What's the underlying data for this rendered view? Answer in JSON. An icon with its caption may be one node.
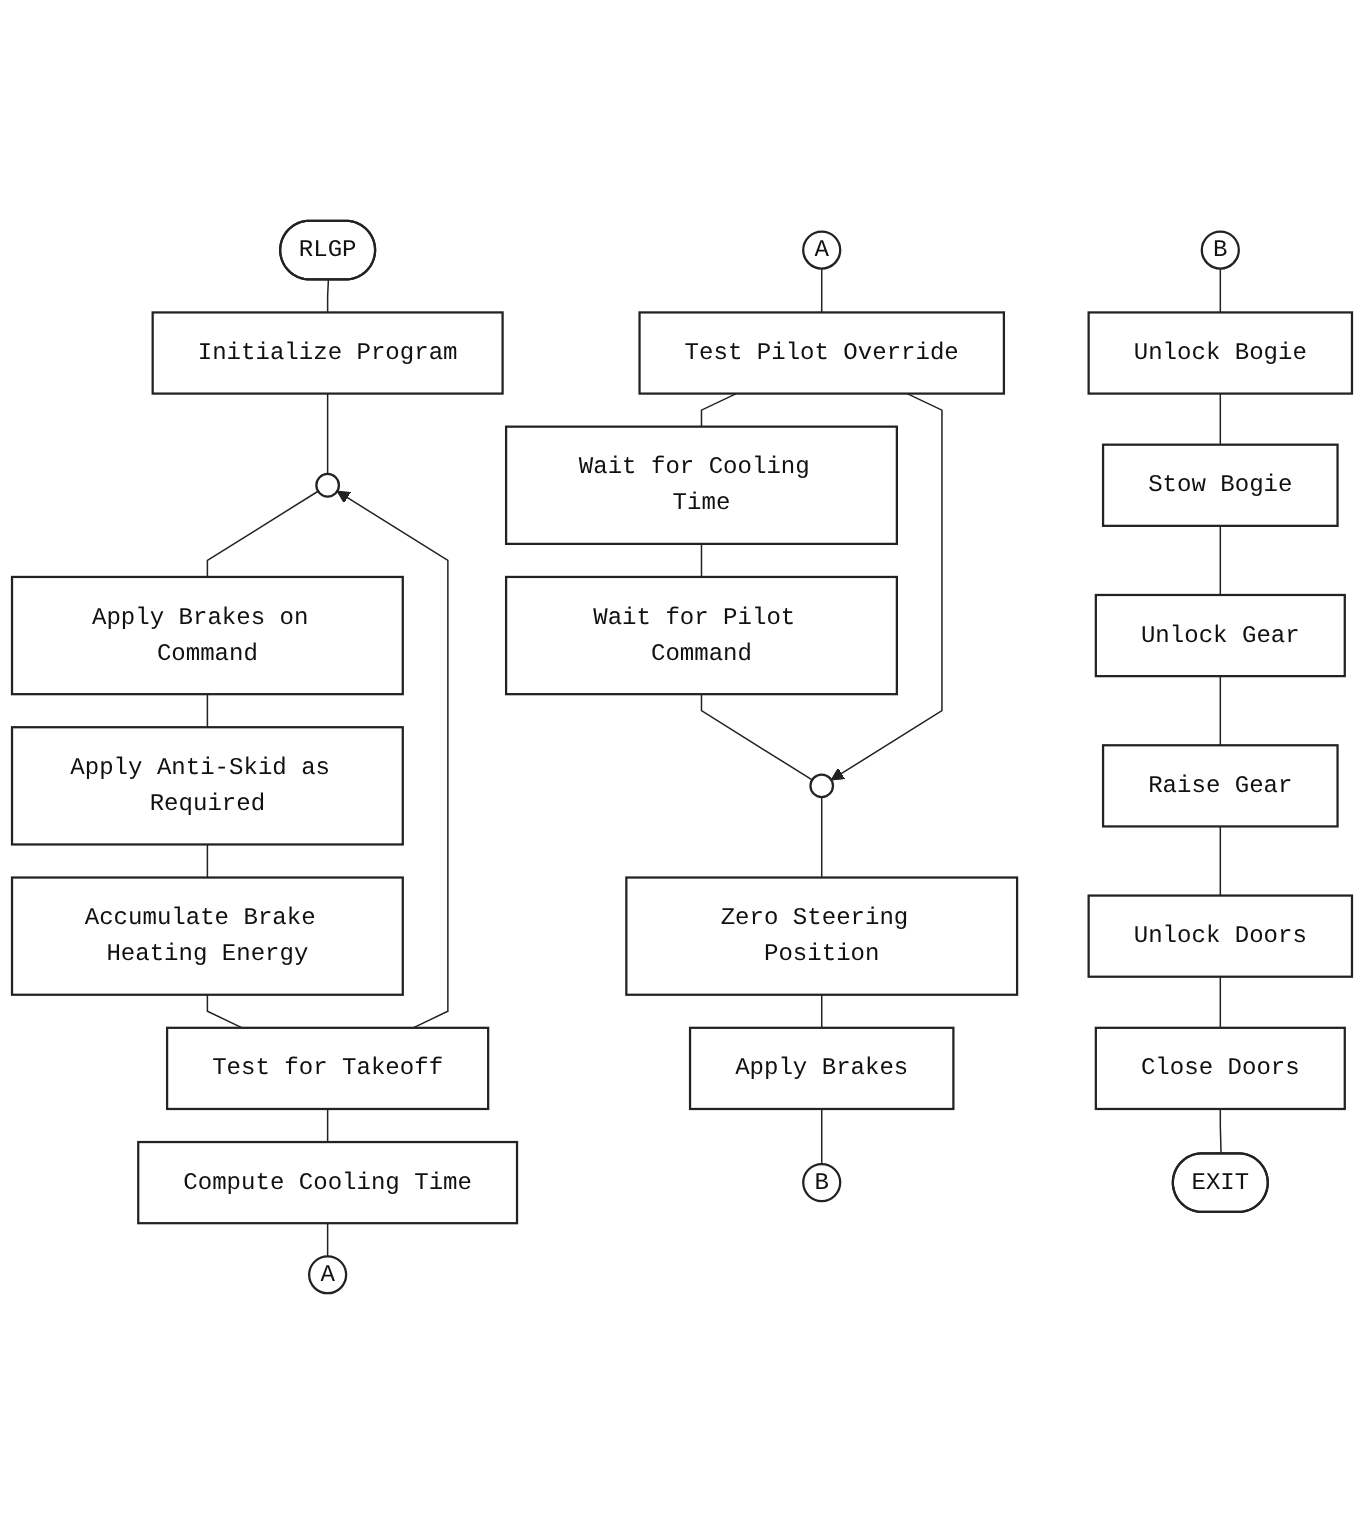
{
  "diagram": {
    "nodes": [
      {
        "text": [
          "RLGP"
        ]
      },
      {
        "text": [
          "Initialize Program"
        ]
      },
      {
        "text": [],
        "shape": "circle"
      },
      {
        "text": [
          "Apply Brakes on Command"
        ]
      },
      {
        "text": [
          "Apply Anti-Skid as Required"
        ]
      },
      {
        "text": [
          "Accumulate Brake Heating Energy"
        ]
      },
      {
        "text": [
          "Test for Takeoff"
        ]
      },
      {
        "text": [
          "Compute Cooling Time"
        ]
      },
      {
        "text": [
          "A"
        ]
      },
      {
        "text": [
          "A"
        ]
      },
      {
        "text": [
          "Test Pilot Override"
        ]
      },
      {
        "text": [
          "Wait for Cooling Time"
        ]
      },
      {
        "text": [
          "Wait for Pilot Command"
        ]
      },
      {
        "text": [],
        "shape": "circle"
      },
      {
        "text": [
          "Zero Steering Position"
        ]
      },
      {
        "text": [
          "Apply Brakes"
        ]
      },
      {
        "text": [
          "B"
        ]
      },
      {
        "text": [
          "B"
        ]
      },
      {
        "text": [
          "Unlock Bogie"
        ]
      },
      {
        "text": [
          "Stow Bogie"
        ]
      },
      {
        "text": [
          "Unlock Gear"
        ]
      },
      {
        "text": [
          "Raise Gear"
        ]
      },
      {
        "text": [
          "Unlock Doors"
        ]
      },
      {
        "text": [
          "Close Doors"
        ]
      },
      {
        "text": [
          "EXIT"
        ]
      }
    ],
    "edges": [
      {
        "from": 0,
        "to": 1,
        "arrow": "none"
      },
      {
        "from": 1,
        "to": 2,
        "arrow": "none"
      },
      {
        "from": 2,
        "to": 3,
        "arrow": "none"
      },
      {
        "from": 3,
        "to": 4,
        "arrow": "none"
      },
      {
        "from": 4,
        "to": 5,
        "arrow": "none"
      },
      {
        "from": 5,
        "to": 6,
        "arrow": "none"
      },
      {
        "from": 6,
        "to": 7,
        "arrow": "none"
      },
      {
        "from": 7,
        "to": 8,
        "arrow": "none"
      },
      {
        "from": 6,
        "to": 2,
        "arrow": "to"
      },
      {
        "from": 9,
        "to": 10,
        "arrow": "none"
      },
      {
        "from": 10,
        "to": 11,
        "arrow": "none"
      },
      {
        "from": 11,
        "to": 12,
        "arrow": "none"
      },
      {
        "from": 12,
        "to": 13,
        "arrow": "none"
      },
      {
        "from": 13,
        "to": 14,
        "arrow": "none"
      },
      {
        "from": 14,
        "to": 15,
        "arrow": "none"
      },
      {
        "from": 15,
        "to": 16,
        "arrow": "none"
      },
      {
        "from": 10,
        "to": 13,
        "arrow": "to"
      },
      {
        "from": 17,
        "to": 18,
        "arrow": "none"
      },
      {
        "from": 18,
        "to": 19,
        "arrow": "none"
      },
      {
        "from": 19,
        "to": 20,
        "arrow": "none"
      },
      {
        "from": 20,
        "to": 21,
        "arrow": "none"
      },
      {
        "from": 21,
        "to": 22,
        "arrow": "none"
      },
      {
        "from": 22,
        "to": 23,
        "arrow": "none"
      },
      {
        "from": 23,
        "to": 24,
        "arrow": "none"
      }
    ]
  }
}
